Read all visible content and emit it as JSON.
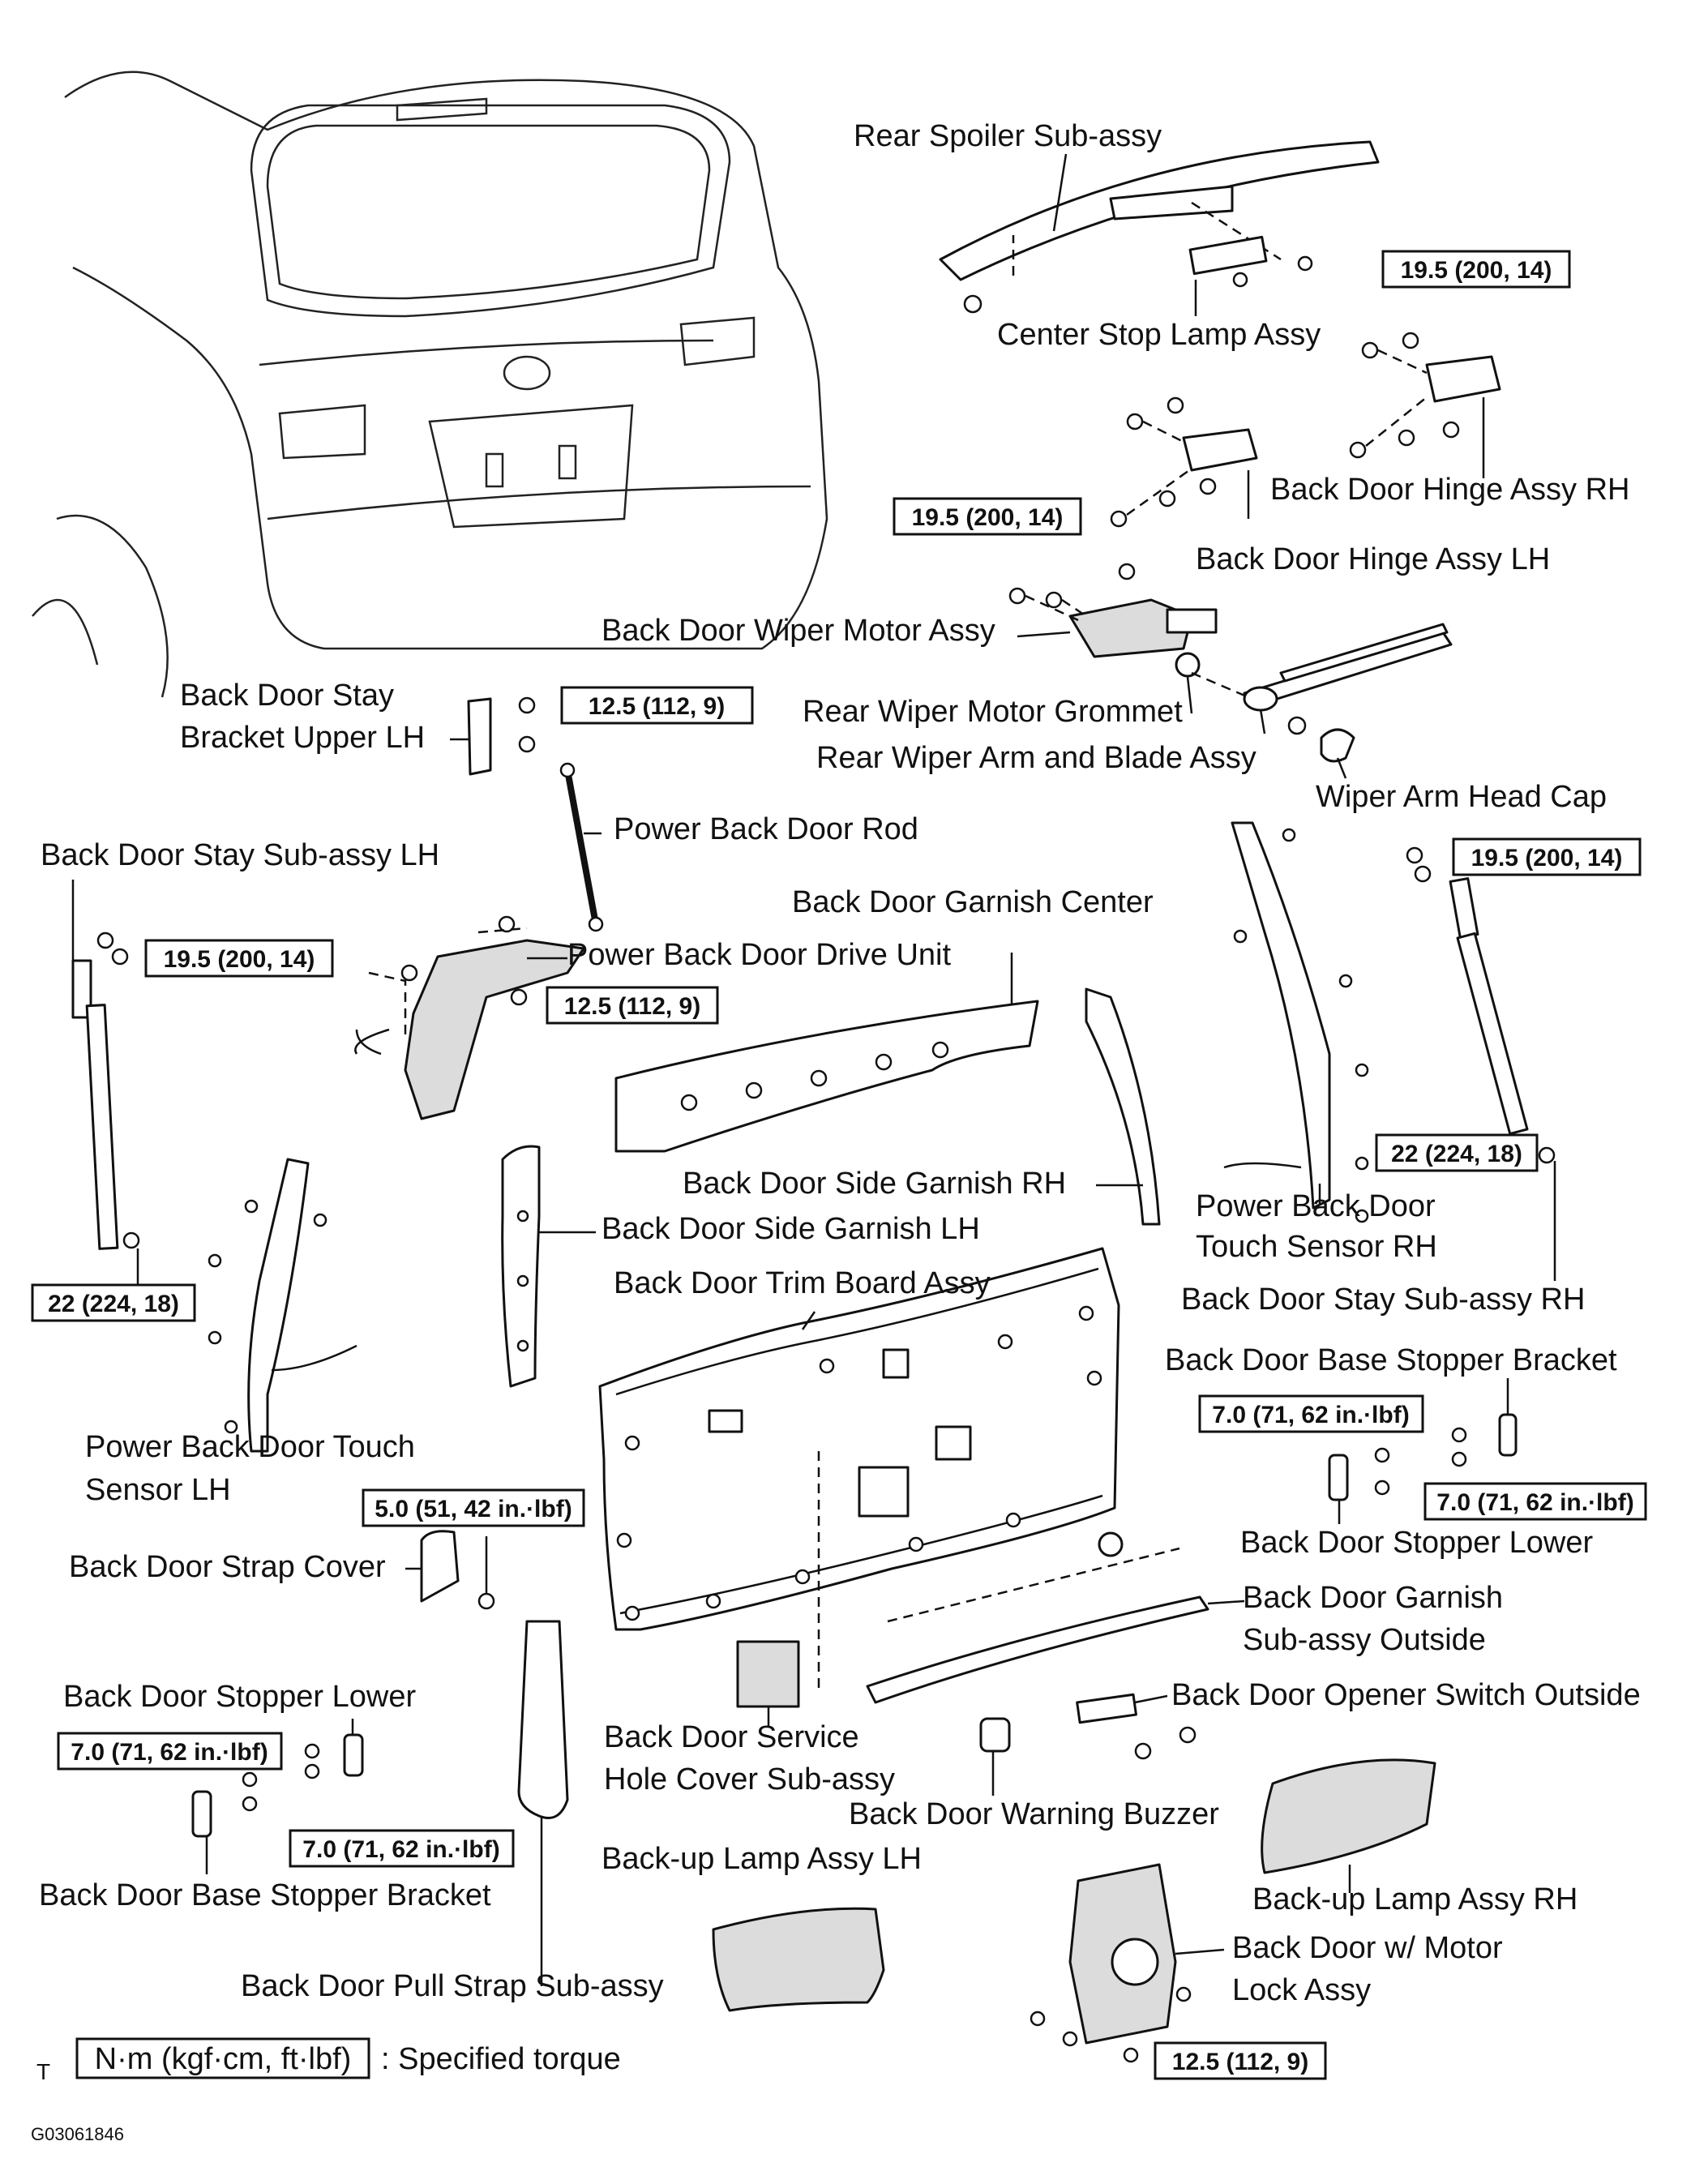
{
  "labels": {
    "rear_spoiler": "Rear Spoiler Sub-assy",
    "center_stop_lamp": "Center Stop Lamp Assy",
    "hinge_rh": "Back Door Hinge Assy RH",
    "hinge_lh": "Back Door Hinge Assy LH",
    "wiper_motor": "Back Door Wiper Motor Assy",
    "wiper_grommet": "Rear Wiper Motor Grommet",
    "wiper_arm": "Rear Wiper Arm and Blade Assy",
    "wiper_cap": "Wiper Arm Head Cap",
    "stay_bracket_1": "Back Door Stay",
    "stay_bracket_2": "Bracket Upper LH",
    "power_rod": "Power Back Door Rod",
    "stay_lh": "Back Door Stay Sub-assy LH",
    "garnish_center": "Back Door Garnish Center",
    "drive_unit": "Power Back Door Drive Unit",
    "side_garnish_rh": "Back Door Side Garnish RH",
    "side_garnish_lh": "Back Door Side Garnish LH",
    "touch_rh_1": "Power Back Door",
    "touch_rh_2": "Touch Sensor RH",
    "stay_rh": "Back Door Stay Sub-assy RH",
    "trim_board": "Back Door Trim Board Assy",
    "base_stopper_rh": "Back Door Base Stopper Bracket",
    "touch_lh_1": "Power Back Door Touch",
    "touch_lh_2": "Sensor LH",
    "stopper_lower_rh": "Back Door Stopper Lower",
    "strap_cover": "Back Door Strap Cover",
    "garnish_outside_1": "Back Door Garnish",
    "garnish_outside_2": "Sub-assy  Outside",
    "stopper_lower_lh": "Back Door Stopper Lower",
    "opener_switch": "Back Door Opener Switch Outside",
    "service_cover_1": "Back Door Service",
    "service_cover_2": "Hole Cover Sub-assy",
    "warning_buzzer": "Back Door Warning Buzzer",
    "backup_lamp_lh": "Back-up Lamp Assy LH",
    "backup_lamp_rh": "Back-up  Lamp Assy RH",
    "base_stopper_lh": "Back Door Base Stopper Bracket",
    "motor_lock_1": "Back Door w/ Motor",
    "motor_lock_2": "Lock Assy",
    "pull_strap": "Back Door Pull Strap Sub-assy"
  },
  "torques": {
    "hinge_rh": "19.5 (200, 14)",
    "hinge_lh": "19.5 (200, 14)",
    "stay_bracket": "12.5 (112, 9)",
    "stay_lh_top": "19.5 (200, 14)",
    "drive_unit": "12.5 (112, 9)",
    "stay_rh_top": "19.5 (200, 14)",
    "stay_rh_bottom": "22 (224, 18)",
    "stay_lh_bottom": "22 (224, 18)",
    "base_stopper_rh": "7.0 (71, 62 in.·lbf)",
    "stopper_lower_rh": "7.0 (71, 62 in.·lbf)",
    "pull_strap": "5.0 (51, 42 in.·lbf)",
    "stopper_lower_lh": "7.0 (71, 62 in.·lbf)",
    "base_stopper_lh": "7.0 (71, 62 in.·lbf)",
    "motor_lock": "12.5 (112, 9)"
  },
  "legend": {
    "marker": "T",
    "unit_box": "N·m (kgf·cm, ft·lbf)",
    "text": ": Specified torque"
  },
  "figure_code": "G03061846"
}
